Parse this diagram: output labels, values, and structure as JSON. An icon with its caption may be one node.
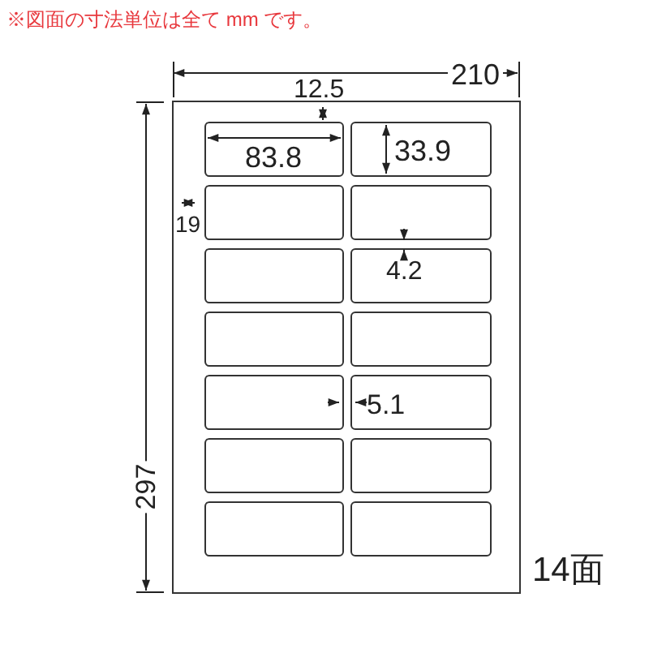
{
  "diagram": {
    "nodes": [
      {
        "text": [],
        "shape": "box"
      },
      {
        "text": [],
        "shape": "box",
        "in": 0
      },
      {
        "text": [],
        "shape": "box",
        "in": 0
      },
      {
        "text": [],
        "shape": "box",
        "in": 0
      },
      {
        "text": [],
        "shape": "box",
        "in": 0
      },
      {
        "text": [],
        "shape": "box",
        "in": 0
      },
      {
        "text": [],
        "shape": "box",
        "in": 0
      },
      {
        "text": [],
        "shape": "box",
        "in": 0
      },
      {
        "text": [],
        "shape": "box",
        "in": 0
      },
      {
        "text": [],
        "shape": "box",
        "in": 0
      },
      {
        "text": [],
        "shape": "box",
        "in": 0
      },
      {
        "text": [],
        "shape": "box",
        "in": 0
      },
      {
        "text": [],
        "shape": "box",
        "in": 0
      },
      {
        "text": [],
        "shape": "box",
        "in": 0
      },
      {
        "text": [],
        "shape": "box",
        "in": 0
      }
    ],
    "labels": [
      "※図面の寸法単位は全て mm です。",
      "210",
      "12.5",
      "83.8",
      "33.9",
      "19",
      "4.2",
      "5.1",
      "297",
      "14面"
    ]
  }
}
